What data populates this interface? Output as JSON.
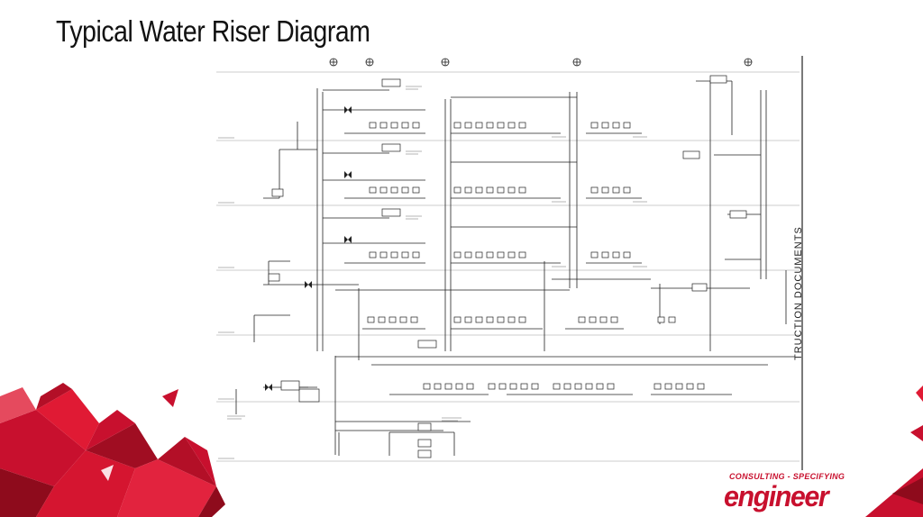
{
  "slide": {
    "title": "Typical Water Riser Diagram",
    "sheet_edge_text": "TRUCTION DOCUMENTS"
  },
  "logo": {
    "tagline": "CONSULTING - SPECIFYING",
    "wordmark": "engineer"
  },
  "colors": {
    "accent_red": "#c8102e",
    "dark_red": "#8e0b1c",
    "line": "#222222"
  },
  "icons": [
    "grid-bubble-icon",
    "fixture-icon",
    "valve-icon"
  ]
}
